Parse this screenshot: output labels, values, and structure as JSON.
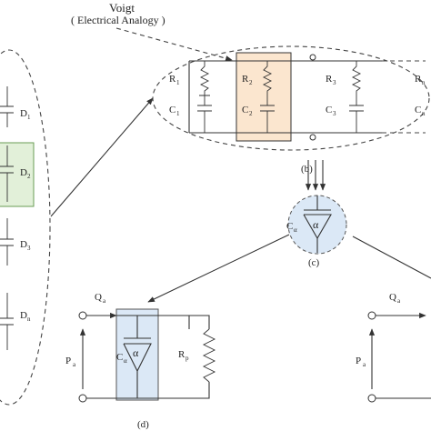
{
  "header": {
    "title": "Voigt",
    "subtitle": "( Electrical Analogy )"
  },
  "left_column": {
    "labels": [
      {
        "main": "D",
        "sub": "1"
      },
      {
        "main": "D",
        "sub": "2"
      },
      {
        "main": "D",
        "sub": "3"
      },
      {
        "main": "D",
        "sub": "n"
      }
    ]
  },
  "panel_b": {
    "caption": "(b)",
    "branches": [
      {
        "r_main": "R",
        "r_sub": "1",
        "c_main": "C",
        "c_sub": "1"
      },
      {
        "r_main": "R",
        "r_sub": "2",
        "c_main": "C",
        "c_sub": "2"
      },
      {
        "r_main": "R",
        "r_sub": "3",
        "c_main": "C",
        "c_sub": "3"
      },
      {
        "r_main": "R",
        "r_sub": "n",
        "c_main": "C",
        "c_sub": "n"
      }
    ]
  },
  "panel_c": {
    "caption": "(c)",
    "element_main": "C",
    "element_sub": "α",
    "symbol": "α"
  },
  "panel_d": {
    "caption": "(d)",
    "q_main": "Q",
    "q_sub": "a",
    "p_main": "P",
    "p_sub": "a",
    "c_main": "C",
    "c_sub": "α",
    "symbol": "α",
    "r_main": "R",
    "r_sub": "p"
  },
  "panel_e": {
    "q_main": "Q",
    "q_sub": "a",
    "p_main": "P",
    "p_sub": "a"
  },
  "colors": {
    "highlight_orange": "#fbe6cf",
    "highlight_green": "#e2f0d9",
    "highlight_blue": "#dbe8f6",
    "line": "#333333"
  }
}
